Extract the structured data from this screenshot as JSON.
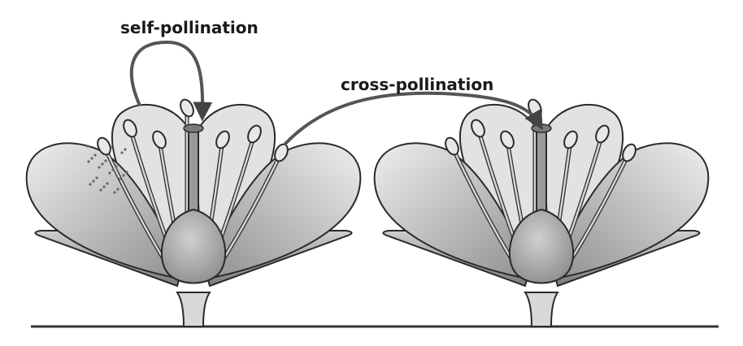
{
  "labels": {
    "self_pollination": "self-pollination",
    "cross_pollination": "cross-pollination"
  },
  "colors": {
    "ink": "#2a2a2a",
    "petal_light": "#e6e6e6",
    "petal_dark": "#8a8a8a",
    "ovary": "#a0a0a0",
    "background": "#ffffff"
  },
  "flowers": [
    {
      "name": "left-flower"
    },
    {
      "name": "right-flower"
    }
  ]
}
